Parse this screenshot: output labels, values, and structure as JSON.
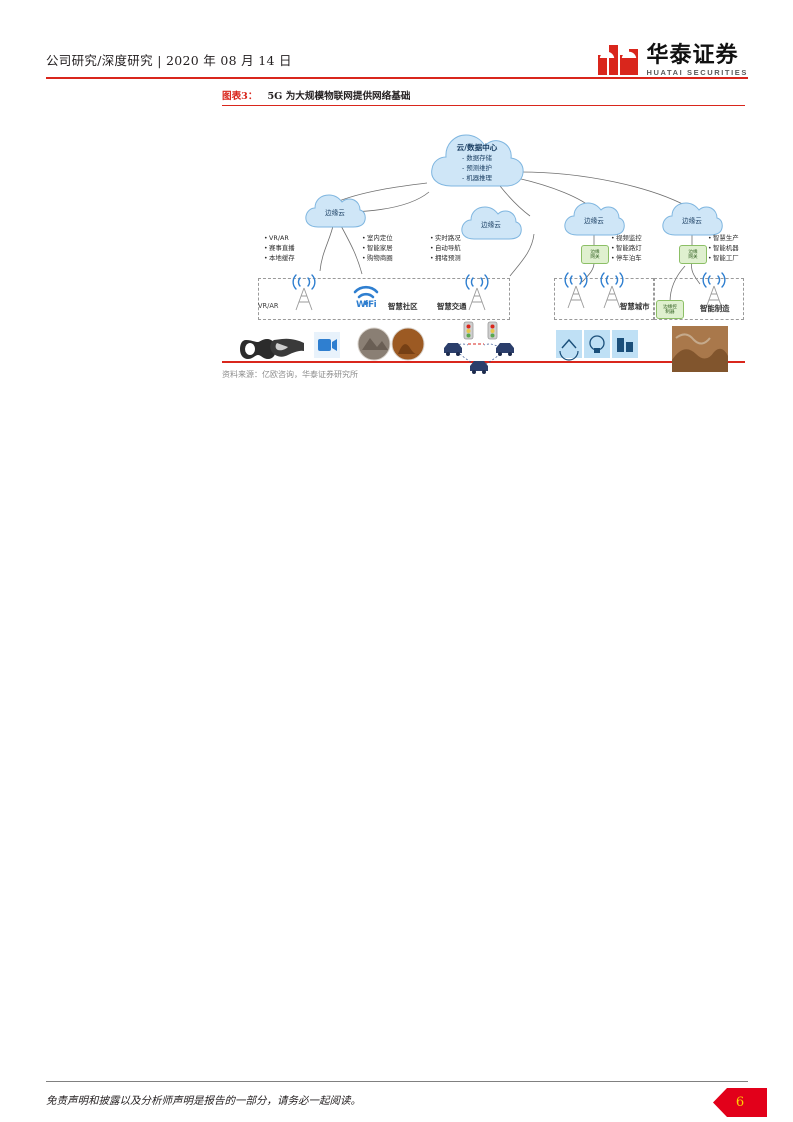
{
  "header": {
    "breadcrumb": "公司研究/深度研究",
    "separator": "|",
    "date": "2020 年 08 月 14 日",
    "logo_cn": "华泰证券",
    "logo_en": "HUATAI SECURITIES",
    "accent_color": "#d9261c"
  },
  "figure": {
    "label": "图表3：",
    "title": "5G 为大规模物联网提供网络基础",
    "source": "资料来源：亿欧咨询，华泰证券研究所",
    "central_cloud": {
      "title": "云/数据中心",
      "items": [
        "- 数据存储",
        "- 预测维护",
        "- 机器推理"
      ]
    },
    "edge_clouds": [
      {
        "label": "边缘云"
      },
      {
        "label": "边缘云"
      },
      {
        "label": "边缘云"
      },
      {
        "label": "边缘云"
      }
    ],
    "gateways": [
      {
        "label_line1": "边缘",
        "label_line2": "网关"
      },
      {
        "label_line1": "边缘",
        "label_line2": "网关"
      },
      {
        "label_line1": "边缘控",
        "label_line2": "制器"
      }
    ],
    "bullet_groups": [
      {
        "items": [
          "VR/AR",
          "赛事直播",
          "本地缓存"
        ]
      },
      {
        "items": [
          "室内定位",
          "智能家居",
          "购物商圈"
        ]
      },
      {
        "items": [
          "实时路况",
          "自动导航",
          "拥堵预测"
        ]
      },
      {
        "items": [
          "视频监控",
          "智能路灯",
          "停车泊车"
        ]
      },
      {
        "items": [
          "智慧生产",
          "智能机器",
          "智能工厂"
        ]
      }
    ],
    "zone_labels": [
      {
        "text": "VR/AR"
      },
      {
        "text": "智慧社区"
      },
      {
        "text": "智慧交通"
      },
      {
        "text": "智慧城市"
      },
      {
        "text": "智能制造"
      }
    ],
    "wifi_wordmark": "WiFi",
    "colors": {
      "cloud_fill": "#cfe6f7",
      "cloud_stroke": "#7fb6e0",
      "gateway_fill": "#dff0cf",
      "gateway_stroke": "#8cbf66",
      "signal_blue": "#2f7fd0",
      "tower_gray": "#9b9b9b"
    }
  },
  "footer": {
    "disclaimer": "免责声明和披露以及分析师声明是报告的一部分，请务必一起阅读。",
    "page_number": "6",
    "page_badge_color": "#e2001a"
  }
}
